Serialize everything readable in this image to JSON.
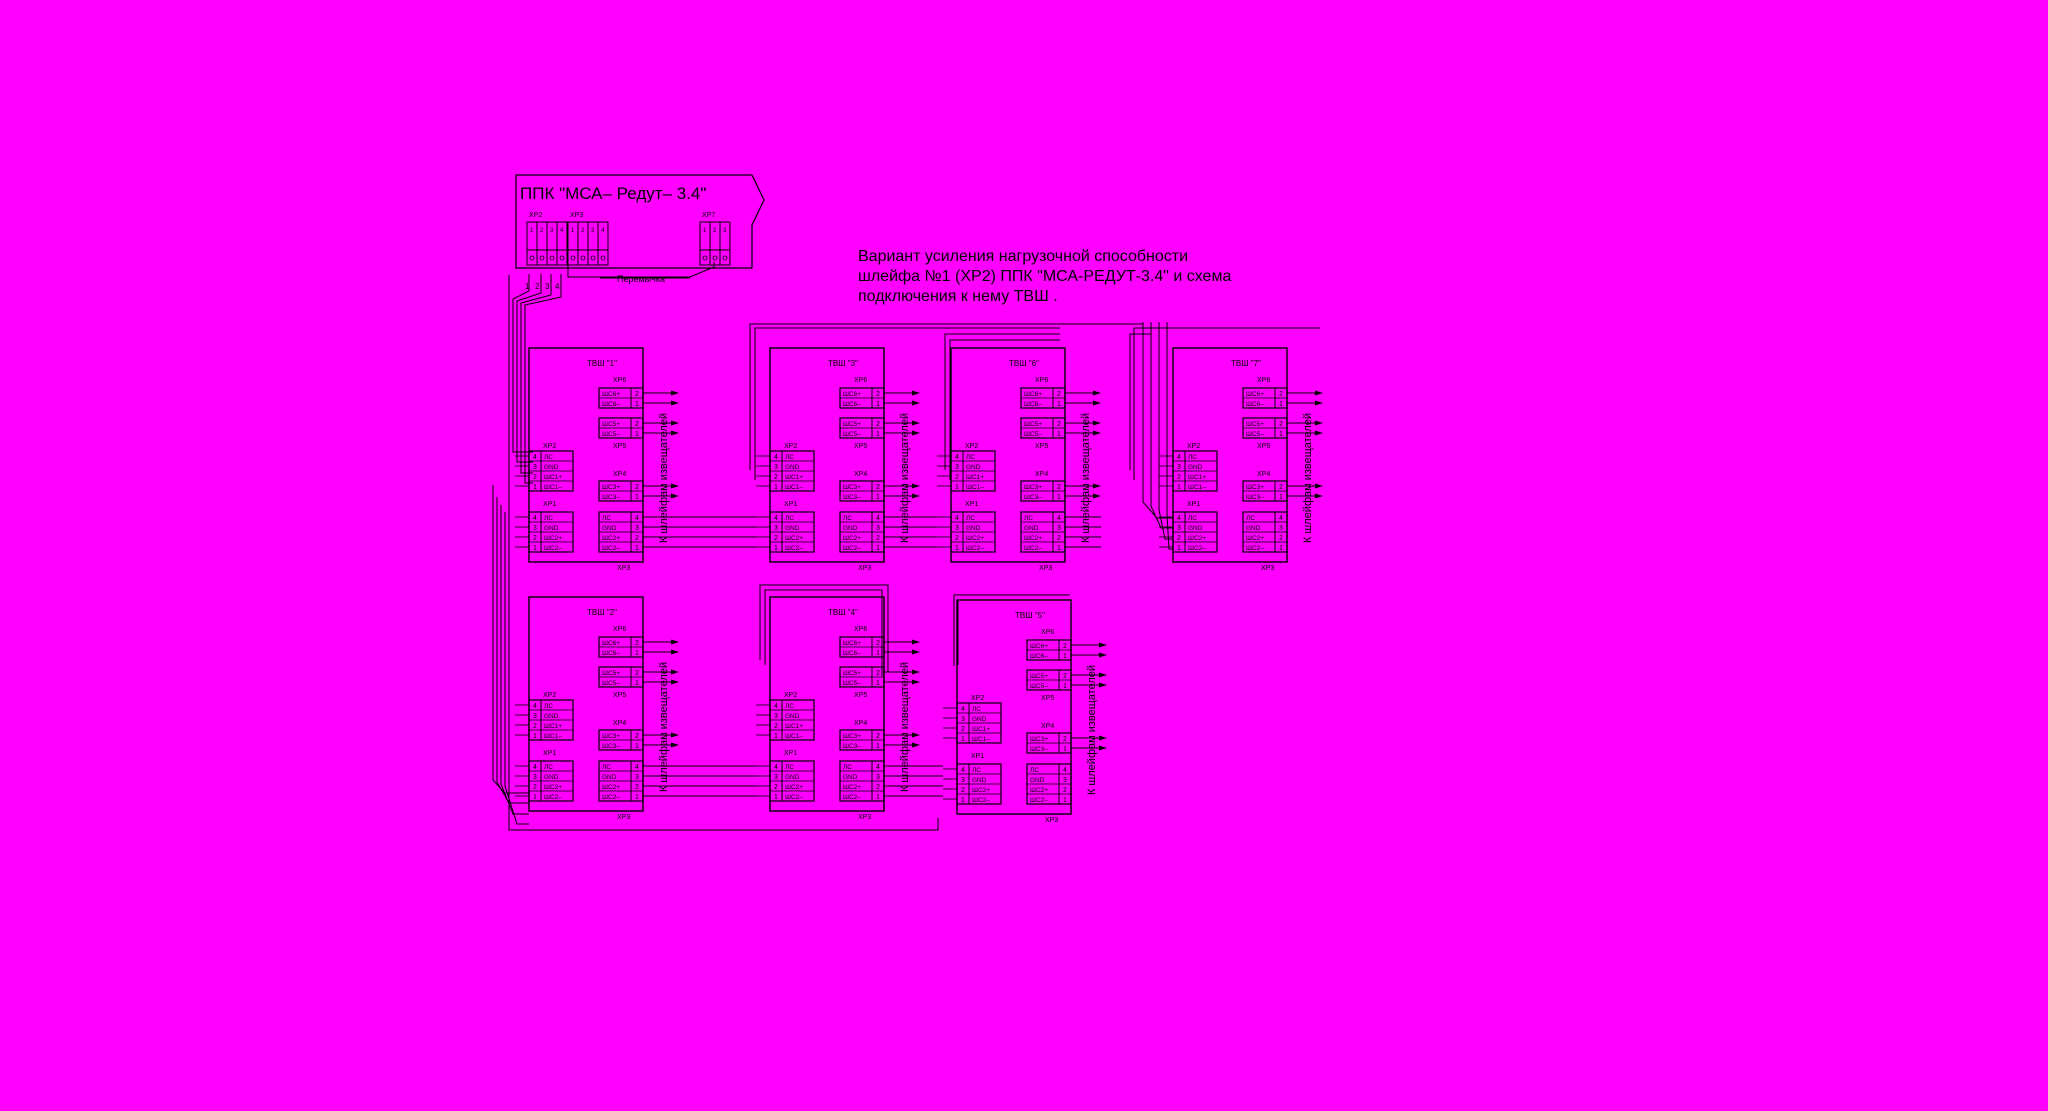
{
  "background_color": "#ff00ff",
  "line_color": "#000000",
  "caption": {
    "lines": [
      "Вариант усиления нагрузочной способности",
      "шлейфа №1 (XP2) ППК \"МСА-РЕДУТ-3.4\" и схема",
      "подключения к нему ТВШ ."
    ]
  },
  "panel": {
    "title": "ППК \"МСА– Редут– 3.4\"",
    "connectors": [
      {
        "name": "XP2",
        "pins": [
          "1",
          "2",
          "3",
          "4"
        ]
      },
      {
        "name": "XP3",
        "pins": [
          "1",
          "2",
          "3",
          "4"
        ]
      },
      {
        "name": "XP7",
        "pins": [
          "1",
          "2",
          "3"
        ]
      }
    ],
    "jumper_label": "Перемычка",
    "wire_numbers": [
      "1",
      "2",
      "3",
      "4"
    ]
  },
  "modules": [
    {
      "title": "ТВШ \"1\""
    },
    {
      "title": "ТВШ \"3\""
    },
    {
      "title": "ТВШ \"6\""
    },
    {
      "title": "ТВШ \"7\""
    },
    {
      "title": "ТВШ \"2\""
    },
    {
      "title": "ТВШ \"4\""
    },
    {
      "title": "ТВШ \"5\""
    }
  ],
  "module_template": {
    "xp6": {
      "name": "XP6",
      "pins": [
        {
          "signal": "ШС6+",
          "num": "2"
        },
        {
          "signal": "ШС6–",
          "num": "1"
        }
      ]
    },
    "xp5": {
      "name": "XP5",
      "pins": [
        {
          "signal": "ШС5+",
          "num": "2"
        },
        {
          "signal": "ШС5–",
          "num": "1"
        }
      ]
    },
    "xp4": {
      "name": "XP4",
      "pins": [
        {
          "signal": "ШС3+",
          "num": "2"
        },
        {
          "signal": "ШС3–",
          "num": "1"
        }
      ]
    },
    "xp2": {
      "name": "XP2",
      "pins": [
        {
          "num": "4",
          "signal": "ЛС"
        },
        {
          "num": "3",
          "signal": "GND"
        },
        {
          "num": "2",
          "signal": "ШС1+"
        },
        {
          "num": "1",
          "signal": "ШС1–"
        }
      ]
    },
    "xp1": {
      "name": "XP1",
      "pins": [
        {
          "num": "4",
          "signal": "ЛС"
        },
        {
          "num": "3",
          "signal": "GND"
        },
        {
          "num": "2",
          "signal": "ШС2+"
        },
        {
          "num": "1",
          "signal": "ШС2–"
        }
      ]
    },
    "xp3": {
      "name": "XP3",
      "pins": [
        {
          "signal": "ЛС",
          "num": "4"
        },
        {
          "signal": "GND",
          "num": "3"
        },
        {
          "signal": "ШС2+",
          "num": "2"
        },
        {
          "signal": "ШС2–",
          "num": "1"
        }
      ]
    }
  },
  "side_label": "К шлейфам извещателей"
}
